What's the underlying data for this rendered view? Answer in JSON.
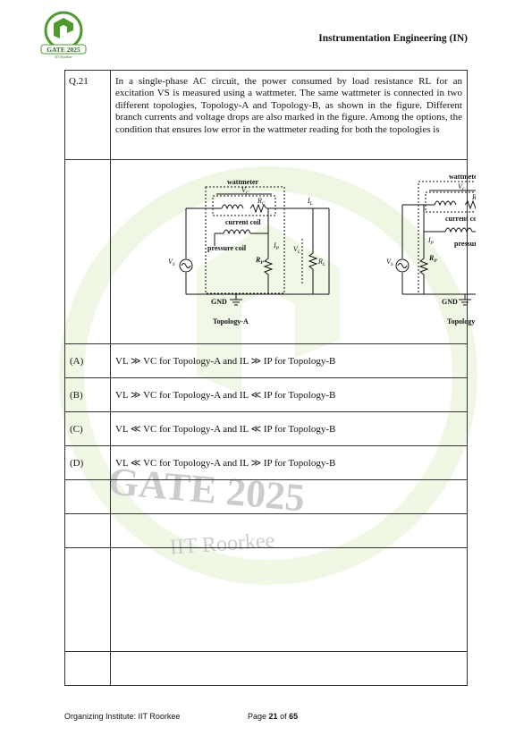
{
  "header": {
    "logo_text": "GATE 2025",
    "logo_subtext": "IIT Roorkee",
    "paper_title": "Instrumentation Engineering (IN)"
  },
  "watermark": {
    "main": "GATE 2025",
    "sub": "IIT Roorkee"
  },
  "question": {
    "number": "Q.21",
    "text": "In a single-phase AC circuit, the power consumed by load resistance RL for an excitation VS is measured using a wattmeter. The same wattmeter is connected in two different topologies, Topology-A and Topology-B, as shown in the figure. Different branch currents and voltage drops are also marked in the figure. Among the options, the condition that ensures low error in the wattmeter reading for both the topologies is"
  },
  "figure": {
    "wattmeter_label": "wattmeter",
    "vc_label": "V",
    "vc_sub": "C",
    "rc_label": "R",
    "rc_sub": "C",
    "current_coil_label": "current coil",
    "pressure_coil_label": "pressure coil",
    "ip_label": "I",
    "ip_sub": "P",
    "rp_label": "R",
    "rp_sub": "P",
    "il_label": "I",
    "il_sub": "L",
    "vl_label": "V",
    "vl_sub": "L",
    "rl_label": "R",
    "rl_sub": "L",
    "vs_label": "V",
    "vs_sub": "S",
    "gnd_label": "GND",
    "topology_a": "Topology-A",
    "topology_b": "Topology-B"
  },
  "options": [
    {
      "letter": "(A)",
      "text": "VL ≫ VC for Topology-A and IL ≫ IP for Topology-B"
    },
    {
      "letter": "(B)",
      "text": "VL ≫ VC for Topology-A and IL ≪ IP for Topology-B"
    },
    {
      "letter": "(C)",
      "text": "VL ≪ VC for Topology-A and IL ≪ IP for Topology-B"
    },
    {
      "letter": "(D)",
      "text": "VL ≪ VC for Topology-A and IL ≫ IP for Topology-B"
    }
  ],
  "footer": {
    "organizer": "Organizing Institute: IIT Roorkee",
    "page_prefix": "Page",
    "page_number": "21",
    "page_of": "of",
    "page_total": "65"
  },
  "colors": {
    "watermark_green": "#dff0c8",
    "logo_green": "#4e9a2f",
    "border": "#333333"
  }
}
